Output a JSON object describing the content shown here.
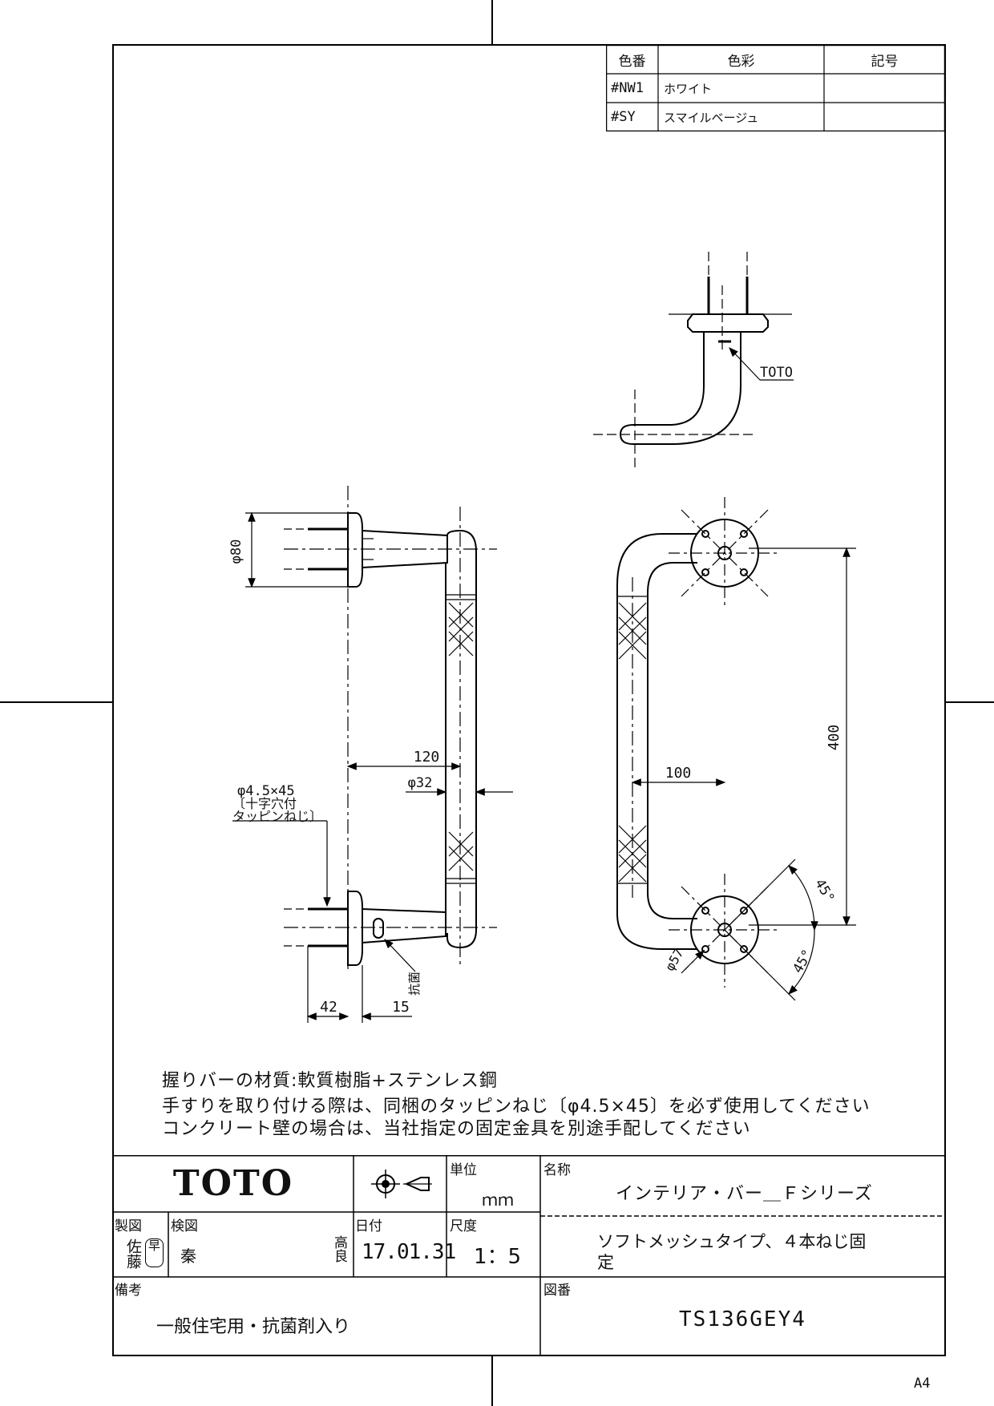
{
  "color_table": {
    "headers": {
      "code": "色番",
      "color": "色彩",
      "symbol": "記号"
    },
    "rows": [
      {
        "code": "#NW1",
        "color": "ホワイト",
        "symbol": ""
      },
      {
        "code": "#SY",
        "color": "スマイルベージュ",
        "symbol": ""
      }
    ]
  },
  "drawing": {
    "logo_label": "TOTO",
    "dim_phi80": "φ80",
    "dim_120": "120",
    "dim_phi32": "φ32",
    "dim_42": "42",
    "dim_15": "15",
    "dim_100": "100",
    "dim_400": "400",
    "dim_phi57": "φ57",
    "dim_45a": "45°",
    "dim_45b": "45°",
    "screw_line1": "φ4.5×45",
    "screw_line2": "〔十字穴付",
    "screw_line3": "タッピンねじ〕",
    "antibacterial": "抗菌"
  },
  "notes": [
    "握りバーの材質:軟質樹脂+ステンレス鋼",
    "手すりを取り付ける際は、同梱のタッピンねじ〔φ4.5×45〕を必ず使用してください",
    "コンクリート壁の場合は、当社指定の固定金具を別途手配してください"
  ],
  "title_block": {
    "brand": "TOTO",
    "unit_label": "単位",
    "unit_value": "ｍｍ",
    "name_label": "名称",
    "name_value": "インテリア・バー＿Ｆシリーズ",
    "subname_value_1": "ソフトメッシュタイプ、４本ねじ固",
    "subname_value_2": "定",
    "drafted_label": "製図",
    "drafted_value": "佐藤",
    "drafted_seal": "早",
    "checked_label": "検図",
    "checked_value": "秦",
    "checked_seal": "高良",
    "date_label": "日付",
    "date_value": "17.01.31",
    "scale_label": "尺度",
    "scale_value": "1：5",
    "remarks_label": "備考",
    "remarks_value": "一般住宅用・抗菌剤入り",
    "drawing_no_label": "図番",
    "drawing_no_value": "TS136GEY4"
  },
  "paper_size": "A4"
}
